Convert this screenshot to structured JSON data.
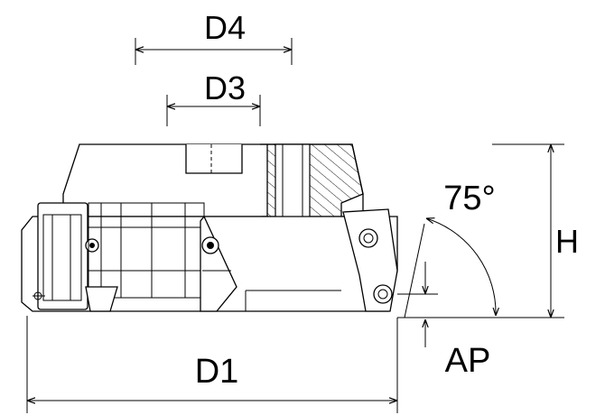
{
  "labels": {
    "d4": "D4",
    "d3": "D3",
    "angle": "75°",
    "h": "H",
    "ap": "AP",
    "d1": "D1"
  }
}
